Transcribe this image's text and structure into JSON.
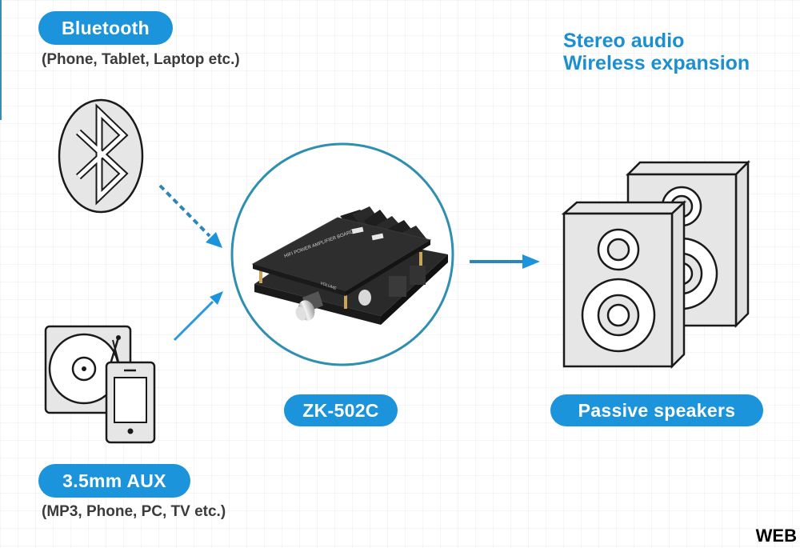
{
  "colors": {
    "accent": "#1b94dc",
    "headline": "#1b8fd0",
    "circle_stroke": "#2e8fb0",
    "icon_fill": "#e6e6e6",
    "icon_stroke": "#1a1a1a",
    "subtext": "#3b3b3b"
  },
  "bluetooth": {
    "label": "Bluetooth",
    "subtitle": "(Phone, Tablet, Laptop etc.)",
    "icon": "bluetooth-icon"
  },
  "aux": {
    "label": "3.5mm AUX",
    "subtitle": "(MP3, Phone, PC, TV etc.)",
    "icon": "turntable-phone-icon"
  },
  "headline": {
    "line1": "Stereo audio",
    "line2": "Wireless expansion"
  },
  "amplifier": {
    "label": "ZK-502C",
    "image": "amplifier-board-photo",
    "board_text": "HIFI POWER AMPLIFIER BOARD",
    "knob_label": "VOLUME"
  },
  "speakers": {
    "label": "Passive speakers",
    "icon": "speakers-icon"
  },
  "connections": [
    {
      "from": "bluetooth",
      "to": "amplifier",
      "style": "dashed"
    },
    {
      "from": "aux",
      "to": "amplifier",
      "style": "solid"
    },
    {
      "from": "amplifier",
      "to": "speakers",
      "style": "solid"
    }
  ],
  "watermark": "WEB"
}
